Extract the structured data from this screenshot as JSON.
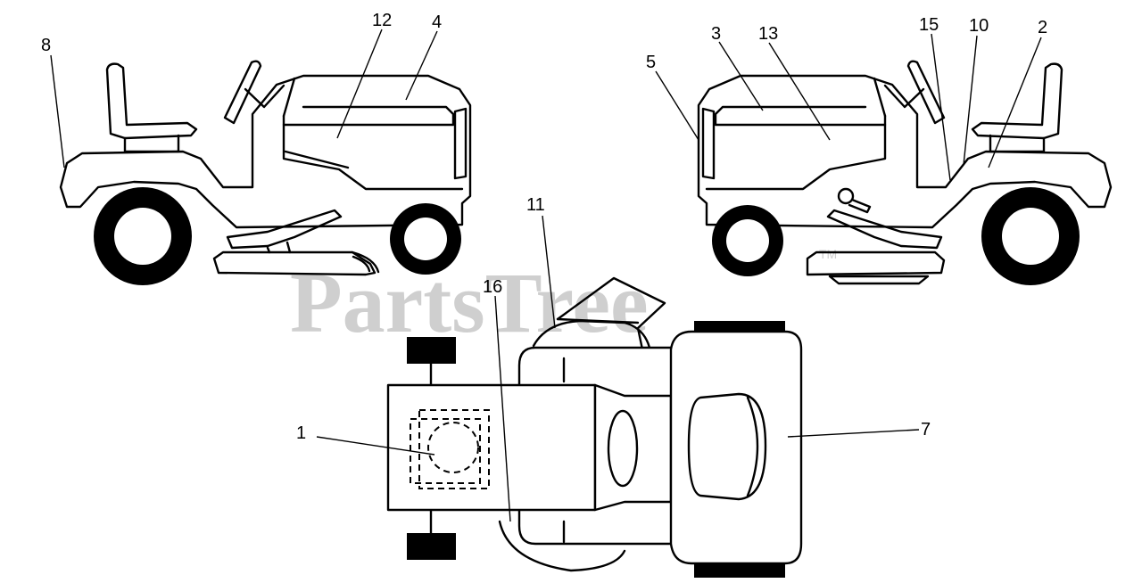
{
  "watermark": {
    "text": "PartsTree",
    "trademark": "TM"
  },
  "callouts": [
    {
      "id": "8",
      "label": "8"
    },
    {
      "id": "12",
      "label": "12"
    },
    {
      "id": "4",
      "label": "4"
    },
    {
      "id": "5",
      "label": "5"
    },
    {
      "id": "3",
      "label": "3"
    },
    {
      "id": "13",
      "label": "13"
    },
    {
      "id": "15",
      "label": "15"
    },
    {
      "id": "10",
      "label": "10"
    },
    {
      "id": "2",
      "label": "2"
    },
    {
      "id": "11",
      "label": "11"
    },
    {
      "id": "16",
      "label": "16"
    },
    {
      "id": "1",
      "label": "1"
    },
    {
      "id": "7",
      "label": "7"
    }
  ],
  "colors": {
    "line": "#000000",
    "watermark": "#cfcfcf",
    "background": "#ffffff"
  }
}
